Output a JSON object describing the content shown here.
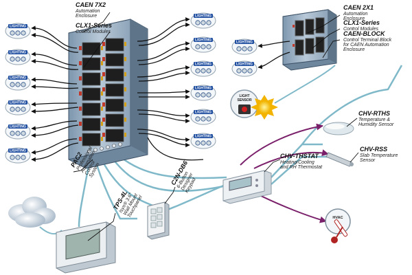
{
  "lighting_label": "LIGHTING",
  "light_sensor": {
    "line1": "LIGHT",
    "line2": "SENSOR"
  },
  "hvac_label": "HVAC",
  "components": {
    "caen7x2": {
      "title": "CAEN 7X2",
      "lines": [
        "Automation",
        "Enclosure"
      ]
    },
    "clx1_left": {
      "title": "CLX1-Series",
      "lines": [
        "Control Modules"
      ]
    },
    "caen2x1": {
      "title": "CAEN 2X1",
      "lines": [
        "Automation",
        "Enclosure"
      ]
    },
    "clx1_right": {
      "title": "CLX1-Series",
      "lines": [
        "Control Modules"
      ]
    },
    "caen_block": {
      "title": "CAEN-BLOCK",
      "lines": [
        "Control Terminal Block",
        "for CAEN Automation",
        "Enclosure"
      ]
    },
    "pac2": {
      "title": "PAC2",
      "lines": [
        "Professional",
        "Automation",
        "Control",
        "System"
      ]
    },
    "chv_rths": {
      "title": "CHV-RTHS",
      "lines": [
        "Temperature &",
        "Humidity Sensor"
      ]
    },
    "chv_rss": {
      "title": "CHV-RSS",
      "lines": [
        "Slab Temperature",
        "Sensor"
      ]
    },
    "chv_thstat": {
      "title": "CHV-THSTAT",
      "lines": [
        "Heating/Cooling",
        "and RH Thermostat"
      ]
    },
    "c2n_db6": {
      "title": "C2N-DB6",
      "lines": [
        "6-Button",
        "Designer",
        "Keypad"
      ]
    },
    "tps4l": {
      "title": "TPS-4L",
      "lines": [
        "Isys® 3.6\"",
        "Wall Mount",
        "Touchpanel"
      ]
    }
  },
  "colors": {
    "network_wire": "#7fb9c9",
    "purple_wire": "#7a1f6a",
    "black_wire": "#111111",
    "enclosure": "#9fb4c9",
    "lighting_badge": "#1f4ea0"
  }
}
